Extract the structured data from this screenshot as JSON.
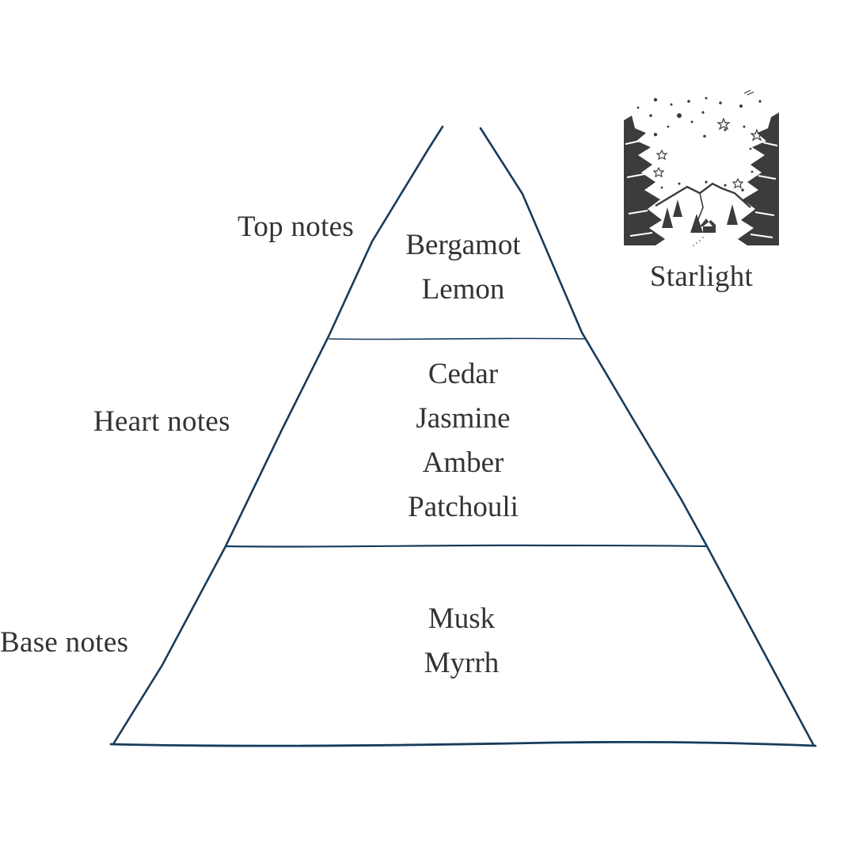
{
  "diagram": {
    "type": "fragrance-note-pyramid",
    "line_color": "#173c5c",
    "text_color": "#333333",
    "tiers": [
      {
        "label": "Top notes",
        "notes": [
          "Bergamot",
          "Lemon"
        ]
      },
      {
        "label": "Heart notes",
        "notes": [
          "Cedar",
          "Jasmine",
          "Amber",
          "Patchouli"
        ]
      },
      {
        "label": "Base notes",
        "notes": [
          "Musk",
          "Myrrh"
        ]
      }
    ]
  },
  "product": {
    "name": "Starlight",
    "illustration": "starry-night-mountain-cabin-icon"
  }
}
